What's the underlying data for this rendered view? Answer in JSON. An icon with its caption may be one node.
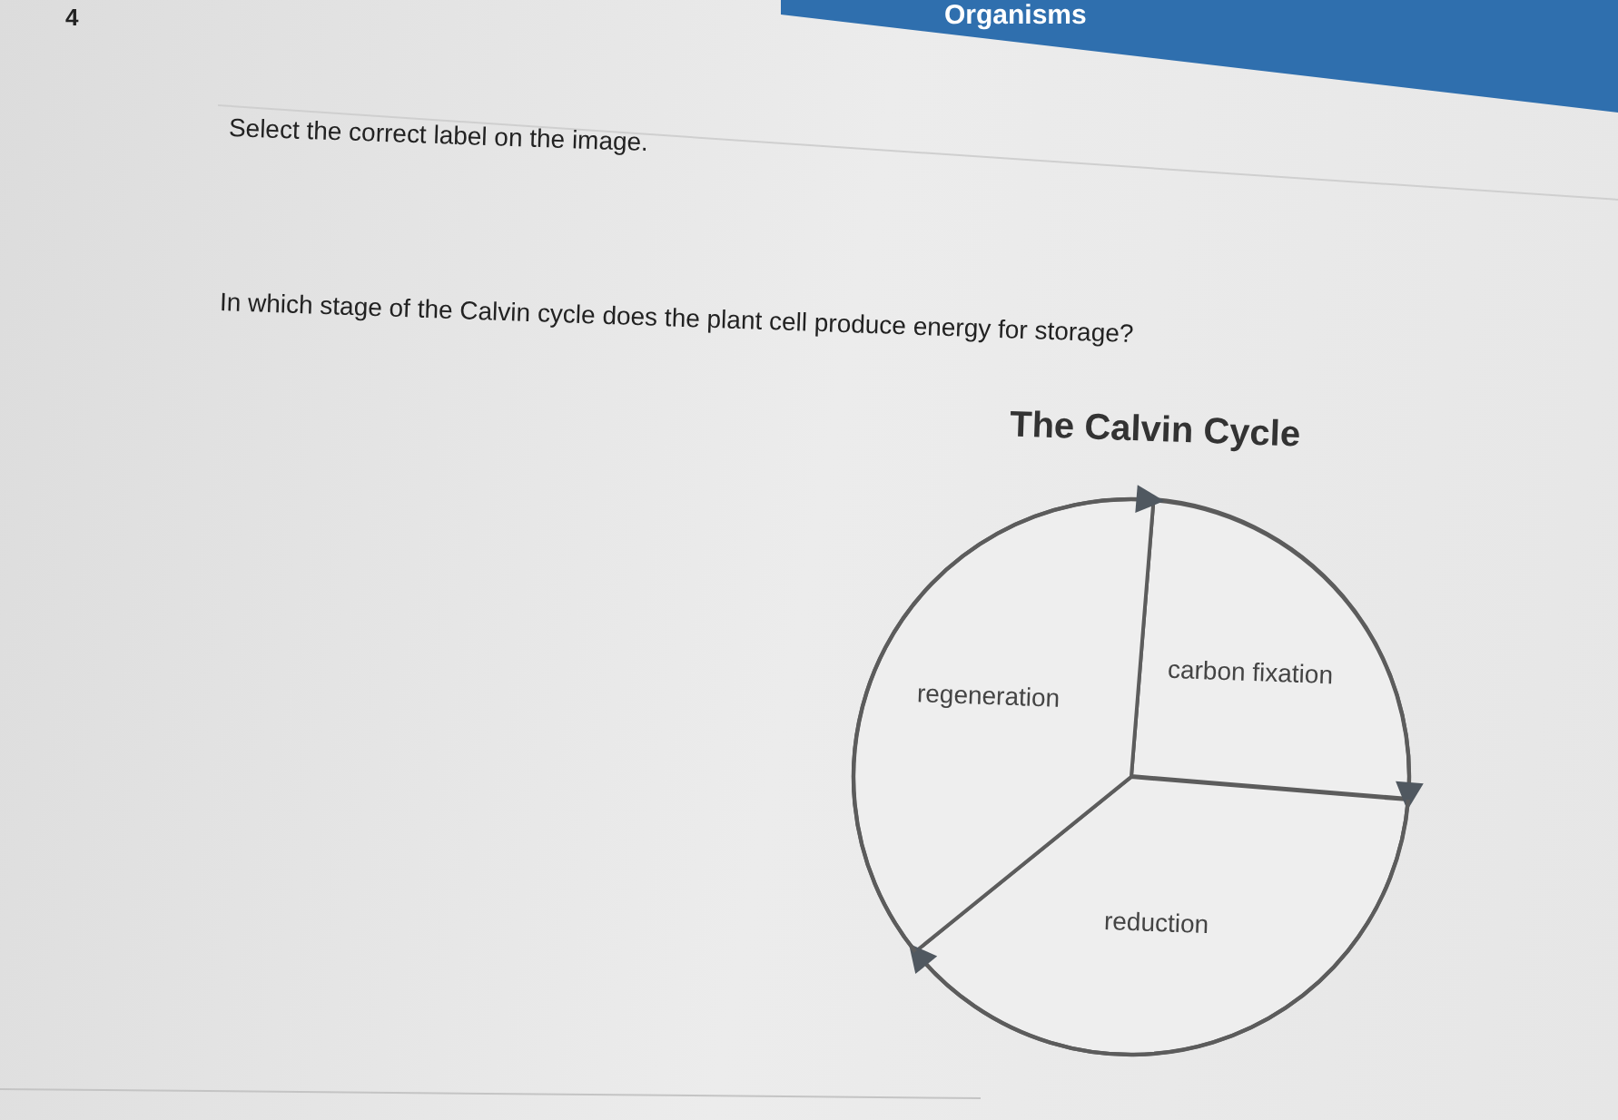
{
  "diagram": {
    "title": "The Calvin Cycle",
    "nodes": [
      {
        "text": [
          "carbon fixation"
        ]
      },
      {
        "text": [
          "reduction"
        ]
      },
      {
        "text": [
          "regeneration"
        ]
      }
    ],
    "edges": [
      {
        "from": 0,
        "to": 1,
        "arrow": "to"
      },
      {
        "from": 1,
        "to": 2,
        "arrow": "to"
      },
      {
        "from": 2,
        "to": 0,
        "arrow": "to"
      }
    ],
    "labels": [
      "4",
      "Organisms",
      "Select the correct label on the image.",
      "In which stage of the Calvin cycle does the plant cell produce energy for storage?"
    ]
  }
}
